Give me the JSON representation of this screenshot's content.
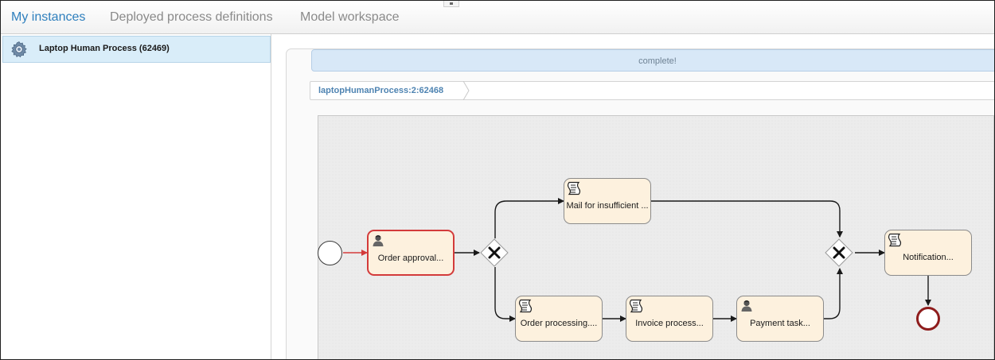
{
  "tabs": [
    {
      "label": "My instances",
      "active": true
    },
    {
      "label": "Deployed process definitions",
      "active": false
    },
    {
      "label": "Model workspace",
      "active": false
    }
  ],
  "sidebar": {
    "items": [
      {
        "label": "Laptop Human Process (62469)",
        "icon": "gear-icon",
        "selected": true
      }
    ]
  },
  "main": {
    "status": "complete!",
    "breadcrumb": "laptopHumanProcess:2:62468"
  },
  "diagram": {
    "nodes": [
      {
        "id": "order-approval",
        "label": "Order approval...",
        "icon": "user-task-icon",
        "state": "active"
      },
      {
        "id": "mail-insufficient",
        "label": "Mail for insufficient ...",
        "icon": "script-task-icon"
      },
      {
        "id": "order-processing",
        "label": "Order processing....",
        "icon": "script-task-icon"
      },
      {
        "id": "invoice-process",
        "label": "Invoice process...",
        "icon": "script-task-icon"
      },
      {
        "id": "payment-task",
        "label": "Payment task...",
        "icon": "user-task-icon"
      },
      {
        "id": "notification",
        "label": "Notification...",
        "icon": "script-task-icon"
      }
    ],
    "events": [
      "start-event",
      "end-event"
    ],
    "gateways": [
      "exclusive-gateway-split",
      "exclusive-gateway-join"
    ],
    "colors": {
      "task_fill": "#fdf1de",
      "active_border": "#d33b3b",
      "end_event_border": "#8e1c1c",
      "tab_active": "#2e7fbd",
      "status_bar": "#d8e8f7"
    }
  }
}
